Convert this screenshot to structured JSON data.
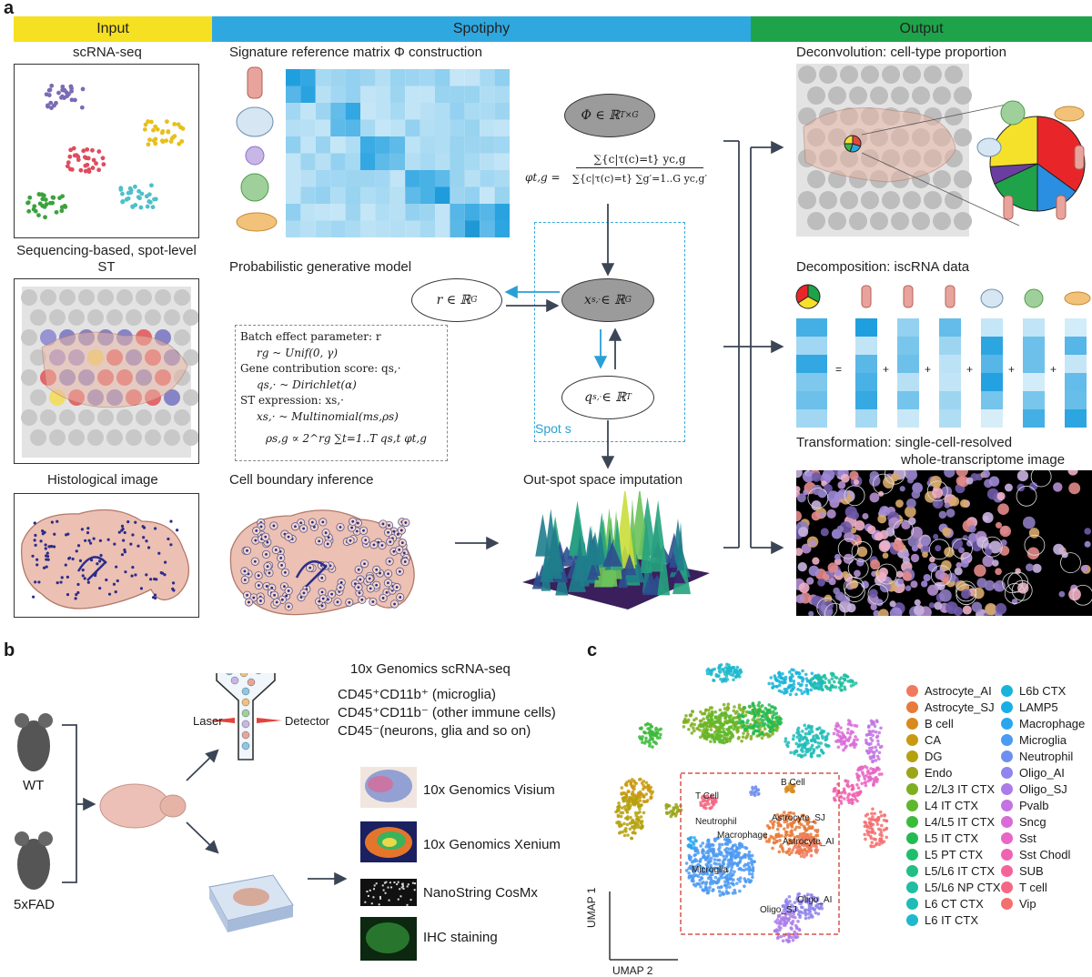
{
  "panels": {
    "a": "a",
    "b": "b",
    "c": "c"
  },
  "headers": {
    "input": {
      "label": "Input",
      "color": "#f5e022"
    },
    "spotiphy": {
      "label": "Spotiphy",
      "color": "#2fa8e0"
    },
    "output": {
      "label": "Output",
      "color": "#1ea34a"
    }
  },
  "input": {
    "scrna": "scRNA-seq",
    "st": "Sequencing-based, spot-level ST",
    "histo": "Histological image"
  },
  "spotiphy": {
    "signature": "Signature reference matrix Φ construction",
    "probabilistic": "Probabilistic generative model",
    "cell_boundary": "Cell boundary inference",
    "outspot": "Out-spot space imputation",
    "phi_node": "Φ ∈ ℝ",
    "phi_sup": "T×G",
    "r_node": "r ∈ ℝ",
    "r_sup": "G",
    "x_node": "x",
    "x_sub": "s,·",
    "x_in": " ∈ ℝ",
    "x_sup": "G",
    "q_node": "q",
    "q_sub": "s,·",
    "q_in": " ∈ ℝ",
    "q_sup": "T",
    "spot_label": "Spot s",
    "formula_lhs": "φt,g =",
    "formula_num": "∑{c|τ(c)=t} yc,g",
    "formula_den": "∑{c|τ(c)=t} ∑g′=1..G yc,g′",
    "model_lines": [
      "Batch effect parameter: r",
      "rg ~ Unif(0, γ)",
      "Gene contribution score: qs,·",
      "qs,· ~ Dirichlet(α)",
      "ST expression: xs,·",
      "xs,· ~ Multinomial(ms,ρs)",
      "ρs,g ∝ 2^rg ∑t=1..T qs,t φt,g"
    ]
  },
  "output": {
    "deconv": "Deconvolution: cell-type proportion",
    "decomp": "Decomposition: iscRNA data",
    "transform_1": "Transformation: single-cell-resolved",
    "transform_2": "whole-transcriptome image",
    "ops": [
      "=",
      "+",
      "+",
      "+",
      "+",
      "+"
    ]
  },
  "b": {
    "wt": "WT",
    "fad": "5xFAD",
    "laser": "Laser",
    "detector": "Detector",
    "scrna_title": "10x Genomics scRNA-seq",
    "gate1": "CD45⁺CD11b⁺ (microglia)",
    "gate2": "CD45⁺CD11b⁻ (other immune cells)",
    "gate3": "CD45⁻(neurons, glia and so on)",
    "techs": [
      "10x Genomics Visium",
      "10x Genomics Xenium",
      "NanoString CosMx",
      "IHC staining"
    ]
  },
  "c": {
    "umap1": "UMAP 1",
    "umap2": "UMAP 2",
    "cluster_labels": [
      "B Cell",
      "T Cell",
      "Neutrophil",
      "Macrophage",
      "Astrocyte_SJ",
      "Astrocyte_AI",
      "Microglia",
      "Oligo_AI",
      "Oligo_SJ"
    ],
    "legend": [
      {
        "label": "Astrocyte_AI",
        "color": "#f07a5e"
      },
      {
        "label": "Astrocyte_SJ",
        "color": "#e87a3a"
      },
      {
        "label": "B cell",
        "color": "#d98a1e"
      },
      {
        "label": "CA",
        "color": "#c99a10"
      },
      {
        "label": "DG",
        "color": "#b5a10e"
      },
      {
        "label": "Endo",
        "color": "#9aa51a"
      },
      {
        "label": "L2/L3 IT CTX",
        "color": "#7fae20"
      },
      {
        "label": "L4 IT CTX",
        "color": "#5fb82c"
      },
      {
        "label": "L4/L5 IT CTX",
        "color": "#3cbb3a"
      },
      {
        "label": "L5 IT CTX",
        "color": "#22bb52"
      },
      {
        "label": "L5 PT CTX",
        "color": "#1fbe6c"
      },
      {
        "label": "L5/L6 IT CTX",
        "color": "#1fbf86"
      },
      {
        "label": "L5/L6 NP CTX",
        "color": "#1fbea0"
      },
      {
        "label": "L6 CT CTX",
        "color": "#1fbcb8"
      },
      {
        "label": "L6 IT CTX",
        "color": "#1fb8cc"
      },
      {
        "label": "L6b CTX",
        "color": "#1ab4da"
      },
      {
        "label": "LAMP5",
        "color": "#1aaee6"
      },
      {
        "label": "Macrophage",
        "color": "#2aa6ef"
      },
      {
        "label": "Microglia",
        "color": "#4c9af2"
      },
      {
        "label": "Neutrophil",
        "color": "#6e8ff0"
      },
      {
        "label": "Oligo_AI",
        "color": "#8f85ec"
      },
      {
        "label": "Oligo_SJ",
        "color": "#ab7ce8"
      },
      {
        "label": "Pvalb",
        "color": "#c373e2"
      },
      {
        "label": "Sncg",
        "color": "#d96bd8"
      },
      {
        "label": "Sst",
        "color": "#e866c6"
      },
      {
        "label": "Sst Chodl",
        "color": "#f063b0"
      },
      {
        "label": "SUB",
        "color": "#f4649a"
      },
      {
        "label": "T cell",
        "color": "#f56884"
      },
      {
        "label": "Vip",
        "color": "#f36f70"
      }
    ]
  }
}
